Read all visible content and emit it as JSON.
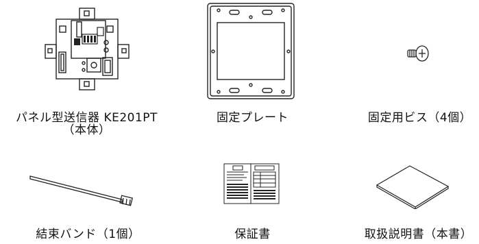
{
  "items": [
    {
      "name_line1": "パネル型送信器 KE201PT",
      "name_line2": "（本体）",
      "icon": "transmitter-unit"
    },
    {
      "name_line1": "固定プレート",
      "name_line2": "",
      "icon": "mounting-plate"
    },
    {
      "name_line1": "固定用ビス（4個）",
      "name_line2": "",
      "icon": "screw"
    },
    {
      "name_line1": "結束バンド（1個）",
      "name_line2": "",
      "icon": "cable-tie"
    },
    {
      "name_line1": "保証書",
      "name_line2": "",
      "icon": "warranty-card"
    },
    {
      "name_line1": "取扱説明書（本書）",
      "name_line2": "",
      "icon": "manual-booklet"
    }
  ],
  "colors": {
    "line": "#222222",
    "background": "#ffffff"
  }
}
